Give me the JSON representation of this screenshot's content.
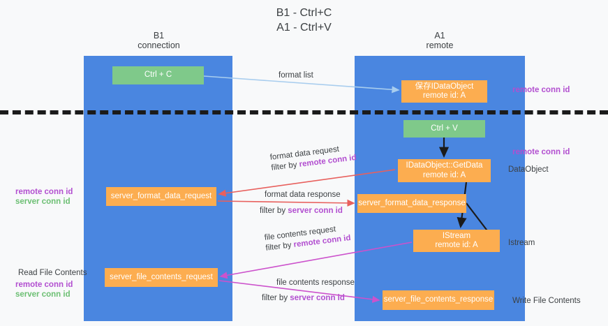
{
  "title": {
    "line1": "B1 - Ctrl+C",
    "line2": "A1 - Ctrl+V"
  },
  "lanes": [
    {
      "id": "b1",
      "line1": "B1",
      "line2": "connection",
      "color": "#4a86e0"
    },
    {
      "id": "a1",
      "line1": "A1",
      "line2": "remote",
      "color": "#4a86e0"
    }
  ],
  "nodes": {
    "ctrl_c": {
      "label": "Ctrl + C",
      "sub": "",
      "color": "#7fc98a"
    },
    "save_idataobject": {
      "label": "保存IDataObject",
      "sub": "remote id: A",
      "color": "#fcad50"
    },
    "ctrl_v": {
      "label": "Ctrl + V",
      "sub": "",
      "color": "#7fc98a"
    },
    "getdata": {
      "label": "IDataObject::GetData",
      "sub": "remote id: A",
      "color": "#fcad50"
    },
    "server_format_data_request": {
      "label": "server_format_data_request",
      "sub": "",
      "color": "#fcad50"
    },
    "server_format_data_response": {
      "label": "server_format_data_response",
      "sub": "",
      "color": "#fcad50"
    },
    "istream": {
      "label": "IStream",
      "sub": "remote id: A",
      "color": "#fcad50"
    },
    "server_file_contents_request": {
      "label": "server_file_contents_request",
      "sub": "",
      "color": "#fcad50"
    },
    "server_file_contents_response": {
      "label": "server_file_contents_response",
      "sub": "",
      "color": "#fcad50"
    }
  },
  "edge_labels": {
    "format_list": "format list",
    "format_data_request": "format data request",
    "format_data_request_filter_prefix": "filter by ",
    "format_data_request_filter_key": "remote conn id",
    "format_data_response": "format data response",
    "format_data_response_filter_prefix": "filter by ",
    "format_data_response_filter_key": "server conn id",
    "file_contents_request": "file contents request",
    "file_contents_request_filter_prefix": "filter by ",
    "file_contents_request_filter_key": "remote conn id",
    "file_contents_response": "file contents response",
    "file_contents_response_filter_prefix": "filter by ",
    "file_contents_response_filter_key": "server conn id"
  },
  "notes": {
    "remote_conn_id_top": "remote conn id",
    "remote_conn_id_mid": "remote conn id",
    "dataobject": "DataObject",
    "istream": "Istream",
    "write_file_contents": "Write File Contents",
    "read_file_contents": "Read File Contents",
    "remote_conn_id_left_a": "remote conn id",
    "server_conn_id_left_a": "server conn id",
    "remote_conn_id_left_b": "remote conn id",
    "server_conn_id_left_b": "server conn id"
  },
  "colors": {
    "lane": "#4a86e0",
    "green_node": "#7fc98a",
    "orange_node": "#fcad50",
    "purple_text": "#b24fd0",
    "green_text": "#6cbf73",
    "red_arrow": "#e8605d",
    "magenta_arrow": "#cc52cc",
    "blue_arrow": "#a8cdee",
    "divider": "#1b1b1b",
    "background": "#f8f9fa"
  }
}
